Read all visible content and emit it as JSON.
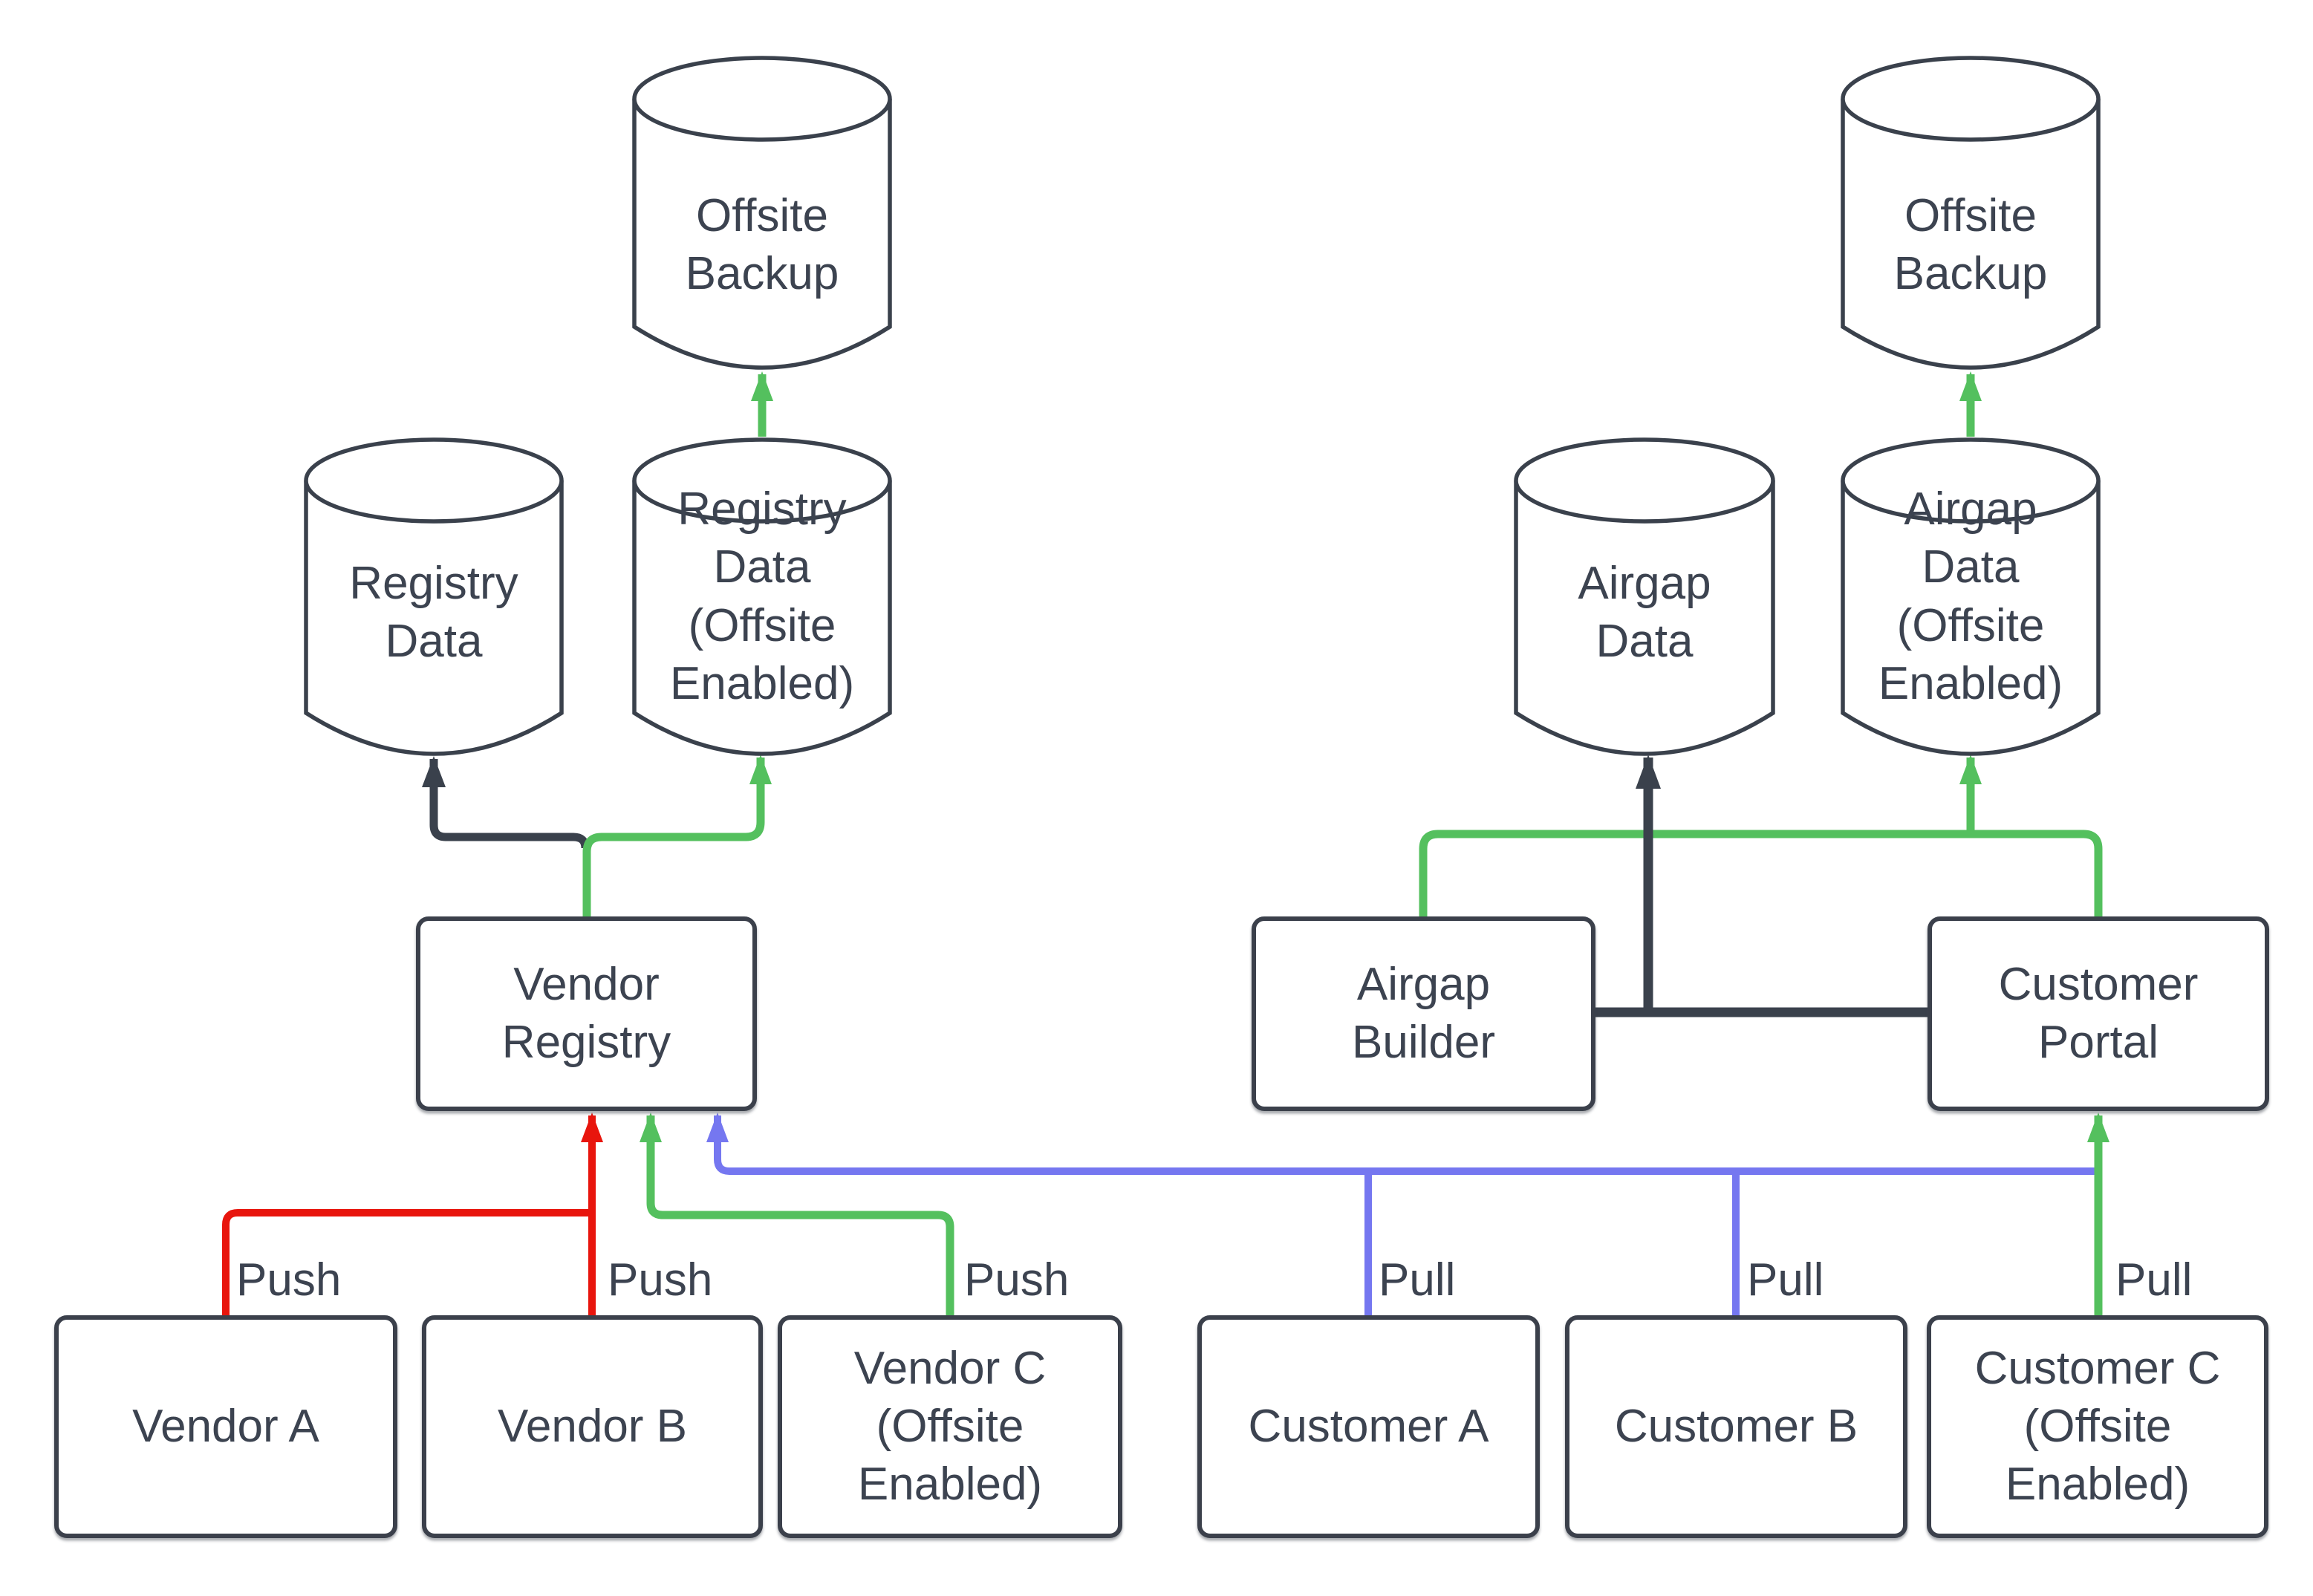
{
  "diagram": {
    "background": "#ffffff",
    "colors": {
      "node_stroke": "#3a414c",
      "text": "#3c4350",
      "push_edge_red": "#e8150d",
      "offsite_edge_green": "#54c05e",
      "pull_edge_blue": "#7577f0",
      "internal_edge_dark": "#3a414c"
    },
    "nodes": {
      "offsite_backup_left": "Offsite\nBackup",
      "registry_data": "Registry\nData",
      "registry_data_offsite": "Registry\nData\n(Offsite\nEnabled)",
      "vendor_registry": "Vendor\nRegistry",
      "vendor_a": "Vendor A",
      "vendor_b": "Vendor B",
      "vendor_c": "Vendor C\n(Offsite\nEnabled)",
      "airgap_data": "Airgap\nData",
      "airgap_data_offsite": "Airgap\nData\n(Offsite\nEnabled)",
      "airgap_builder": "Airgap\nBuilder",
      "customer_portal": "Customer\nPortal",
      "customer_a": "Customer A",
      "customer_b": "Customer B",
      "customer_c": "Customer C\n(Offsite\nEnabled)",
      "offsite_backup_right": "Offsite\nBackup"
    },
    "edge_labels": {
      "push": "Push",
      "pull": "Pull"
    },
    "edges": [
      {
        "from": "vendor_a",
        "to": "vendor_registry",
        "label": "Push",
        "color": "#e8150d"
      },
      {
        "from": "vendor_b",
        "to": "vendor_registry",
        "label": "Push",
        "color": "#e8150d"
      },
      {
        "from": "vendor_c",
        "to": "vendor_registry",
        "label": "Push",
        "color": "#54c05e"
      },
      {
        "from": "vendor_registry",
        "to": "registry_data",
        "label": "",
        "color": "#3a414c"
      },
      {
        "from": "vendor_registry",
        "to": "registry_data_offsite",
        "label": "",
        "color": "#54c05e"
      },
      {
        "from": "registry_data_offsite",
        "to": "offsite_backup_left",
        "label": "",
        "color": "#54c05e"
      },
      {
        "from": "customer_a",
        "to": "vendor_registry",
        "label": "Pull",
        "color": "#7577f0"
      },
      {
        "from": "customer_b",
        "to": "vendor_registry",
        "label": "Pull",
        "color": "#7577f0"
      },
      {
        "from": "customer_c",
        "to": "customer_portal",
        "label": "Pull",
        "color": "#54c05e"
      },
      {
        "from": "customer_portal",
        "to": "airgap_builder",
        "label": "",
        "color": "#3a414c"
      },
      {
        "from": "airgap_builder",
        "to": "airgap_data",
        "label": "",
        "color": "#3a414c"
      },
      {
        "from": "airgap_builder",
        "to": "airgap_data_offsite",
        "label": "",
        "color": "#54c05e"
      },
      {
        "from": "customer_portal",
        "to": "airgap_data_offsite",
        "label": "",
        "color": "#54c05e"
      },
      {
        "from": "airgap_data_offsite",
        "to": "offsite_backup_right",
        "label": "",
        "color": "#54c05e"
      }
    ]
  }
}
